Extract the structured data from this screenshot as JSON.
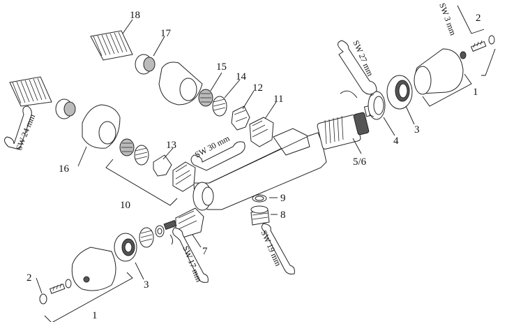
{
  "callouts": {
    "c1_right": "1",
    "c2_right": "2",
    "c3_right": "3",
    "c4": "4",
    "c56": "5/6",
    "c7": "7",
    "c8": "8",
    "c9": "9",
    "c10": "10",
    "c11": "11",
    "c12": "12",
    "c13": "13",
    "c14": "14",
    "c15": "15",
    "c16": "16",
    "c17": "17",
    "c18": "18",
    "c1_left": "1",
    "c2_left": "2",
    "c3_left": "3"
  },
  "wrenches": {
    "sw3": "SW 3 mm",
    "sw27": "SW 27 mm",
    "sw24": "SW 24 mm",
    "sw30": "SW 30 mm",
    "sw17": "SW 17 mm",
    "sw19": "SW 19 mm"
  }
}
